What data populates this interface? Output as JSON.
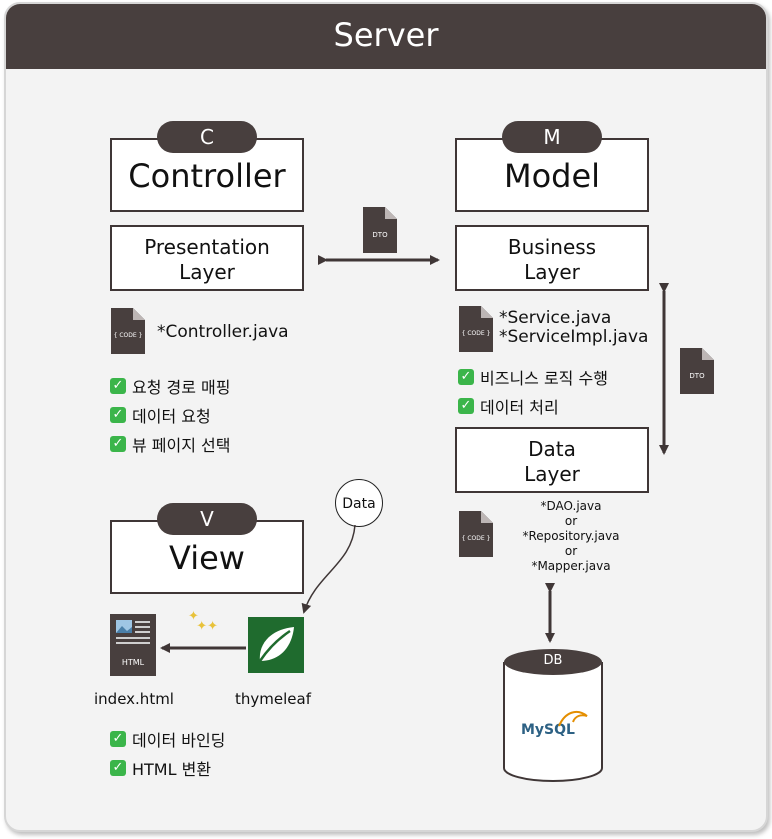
{
  "title": "Server",
  "controller": {
    "badge": "C",
    "label": "Controller",
    "layer": [
      "Presentation",
      "Layer"
    ],
    "file": "*Controller.java",
    "tasks": [
      "요청 경로 매핑",
      "데이터 요청",
      "뷰 페이지 선택"
    ]
  },
  "model": {
    "badge": "M",
    "label": "Model",
    "business_layer": [
      "Business",
      "Layer"
    ],
    "business_files": [
      "*Service.java",
      "*ServiceImpl.java"
    ],
    "business_tasks": [
      "비즈니스 로직 수행",
      "데이터 처리"
    ],
    "data_layer": [
      "Data",
      "Layer"
    ],
    "data_files": [
      "*DAO.java",
      "or",
      "*Repository.java",
      "or",
      "*Mapper.java"
    ],
    "db_label": "DB",
    "db_logo": "MySQL"
  },
  "view": {
    "badge": "V",
    "label": "View",
    "data_bubble": "Data",
    "html_doc_label": "HTML",
    "html_file": "index.html",
    "engine": "thymeleaf",
    "tasks": [
      "데이터 바인딩",
      "HTML 변환"
    ]
  },
  "dto_label": "DTO",
  "code_label": "{ CODE }",
  "check_icon": "check-mark-icon",
  "colors": {
    "header": "#483f3e",
    "check": "#3bb54a",
    "thymeleaf": "#1f6b2e",
    "mysql_blue": "#2d6184",
    "mysql_orange": "#e48e00"
  }
}
